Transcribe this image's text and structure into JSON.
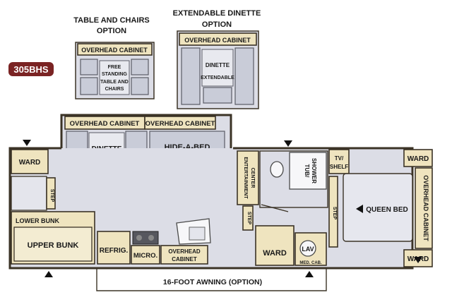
{
  "model_badge": "305BHS",
  "options": {
    "table_chairs": {
      "title_line1": "TABLE AND CHAIRS",
      "title_line2": "OPTION",
      "overhead": "OVERHEAD CABINET",
      "center_line1": "FREE",
      "center_line2": "STANDING",
      "center_line3": "TABLE AND",
      "center_line4": "CHAIRS"
    },
    "ext_dinette": {
      "title_line1": "EXTENDABLE DINETTE",
      "title_line2": "OPTION",
      "overhead": "OVERHEAD CABINET",
      "center_line1": "DINETTE",
      "center_line2": "EXTENDABLE"
    }
  },
  "plan": {
    "slide_overhead_left": "OVERHEAD CABINET",
    "slide_overhead_right": "OVERHEAD CABINET",
    "dinette": "DINETTE",
    "hide_a_bed": "HIDE-A-BED",
    "ward_left": "WARD",
    "step_left": "STEP",
    "lower_bunk": "LOWER BUNK",
    "upper_bunk": "UPPER BUNK",
    "refrig": "REFRIG.",
    "micro": "MICRO.",
    "kitchen_overhead_line1": "OVERHEAD",
    "kitchen_overhead_line2": "CABINET",
    "entertainment_line1": "ENTERTAINMENT",
    "entertainment_line2": "CENTER",
    "tub_line1": "TUB/",
    "tub_line2": "SHOWER",
    "step_mid": "STEP",
    "ward_mid": "WARD",
    "lav": "LAV",
    "med_cab": "MED. CAB.",
    "tv_line1": "TV/",
    "tv_line2": "SHELF",
    "step_right": "STEP",
    "ward_top_right": "WARD",
    "ward_bottom_right": "WARD",
    "queen_bed": "QUEEN BED",
    "bed_overhead": "OVERHEAD CABINET",
    "awning": "16-FOOT AWNING (OPTION)"
  },
  "colors": {
    "badge": "#7a2323",
    "cabinet": "#efe4bf",
    "floor": "#dcdde6",
    "wall": "#3b3326"
  }
}
